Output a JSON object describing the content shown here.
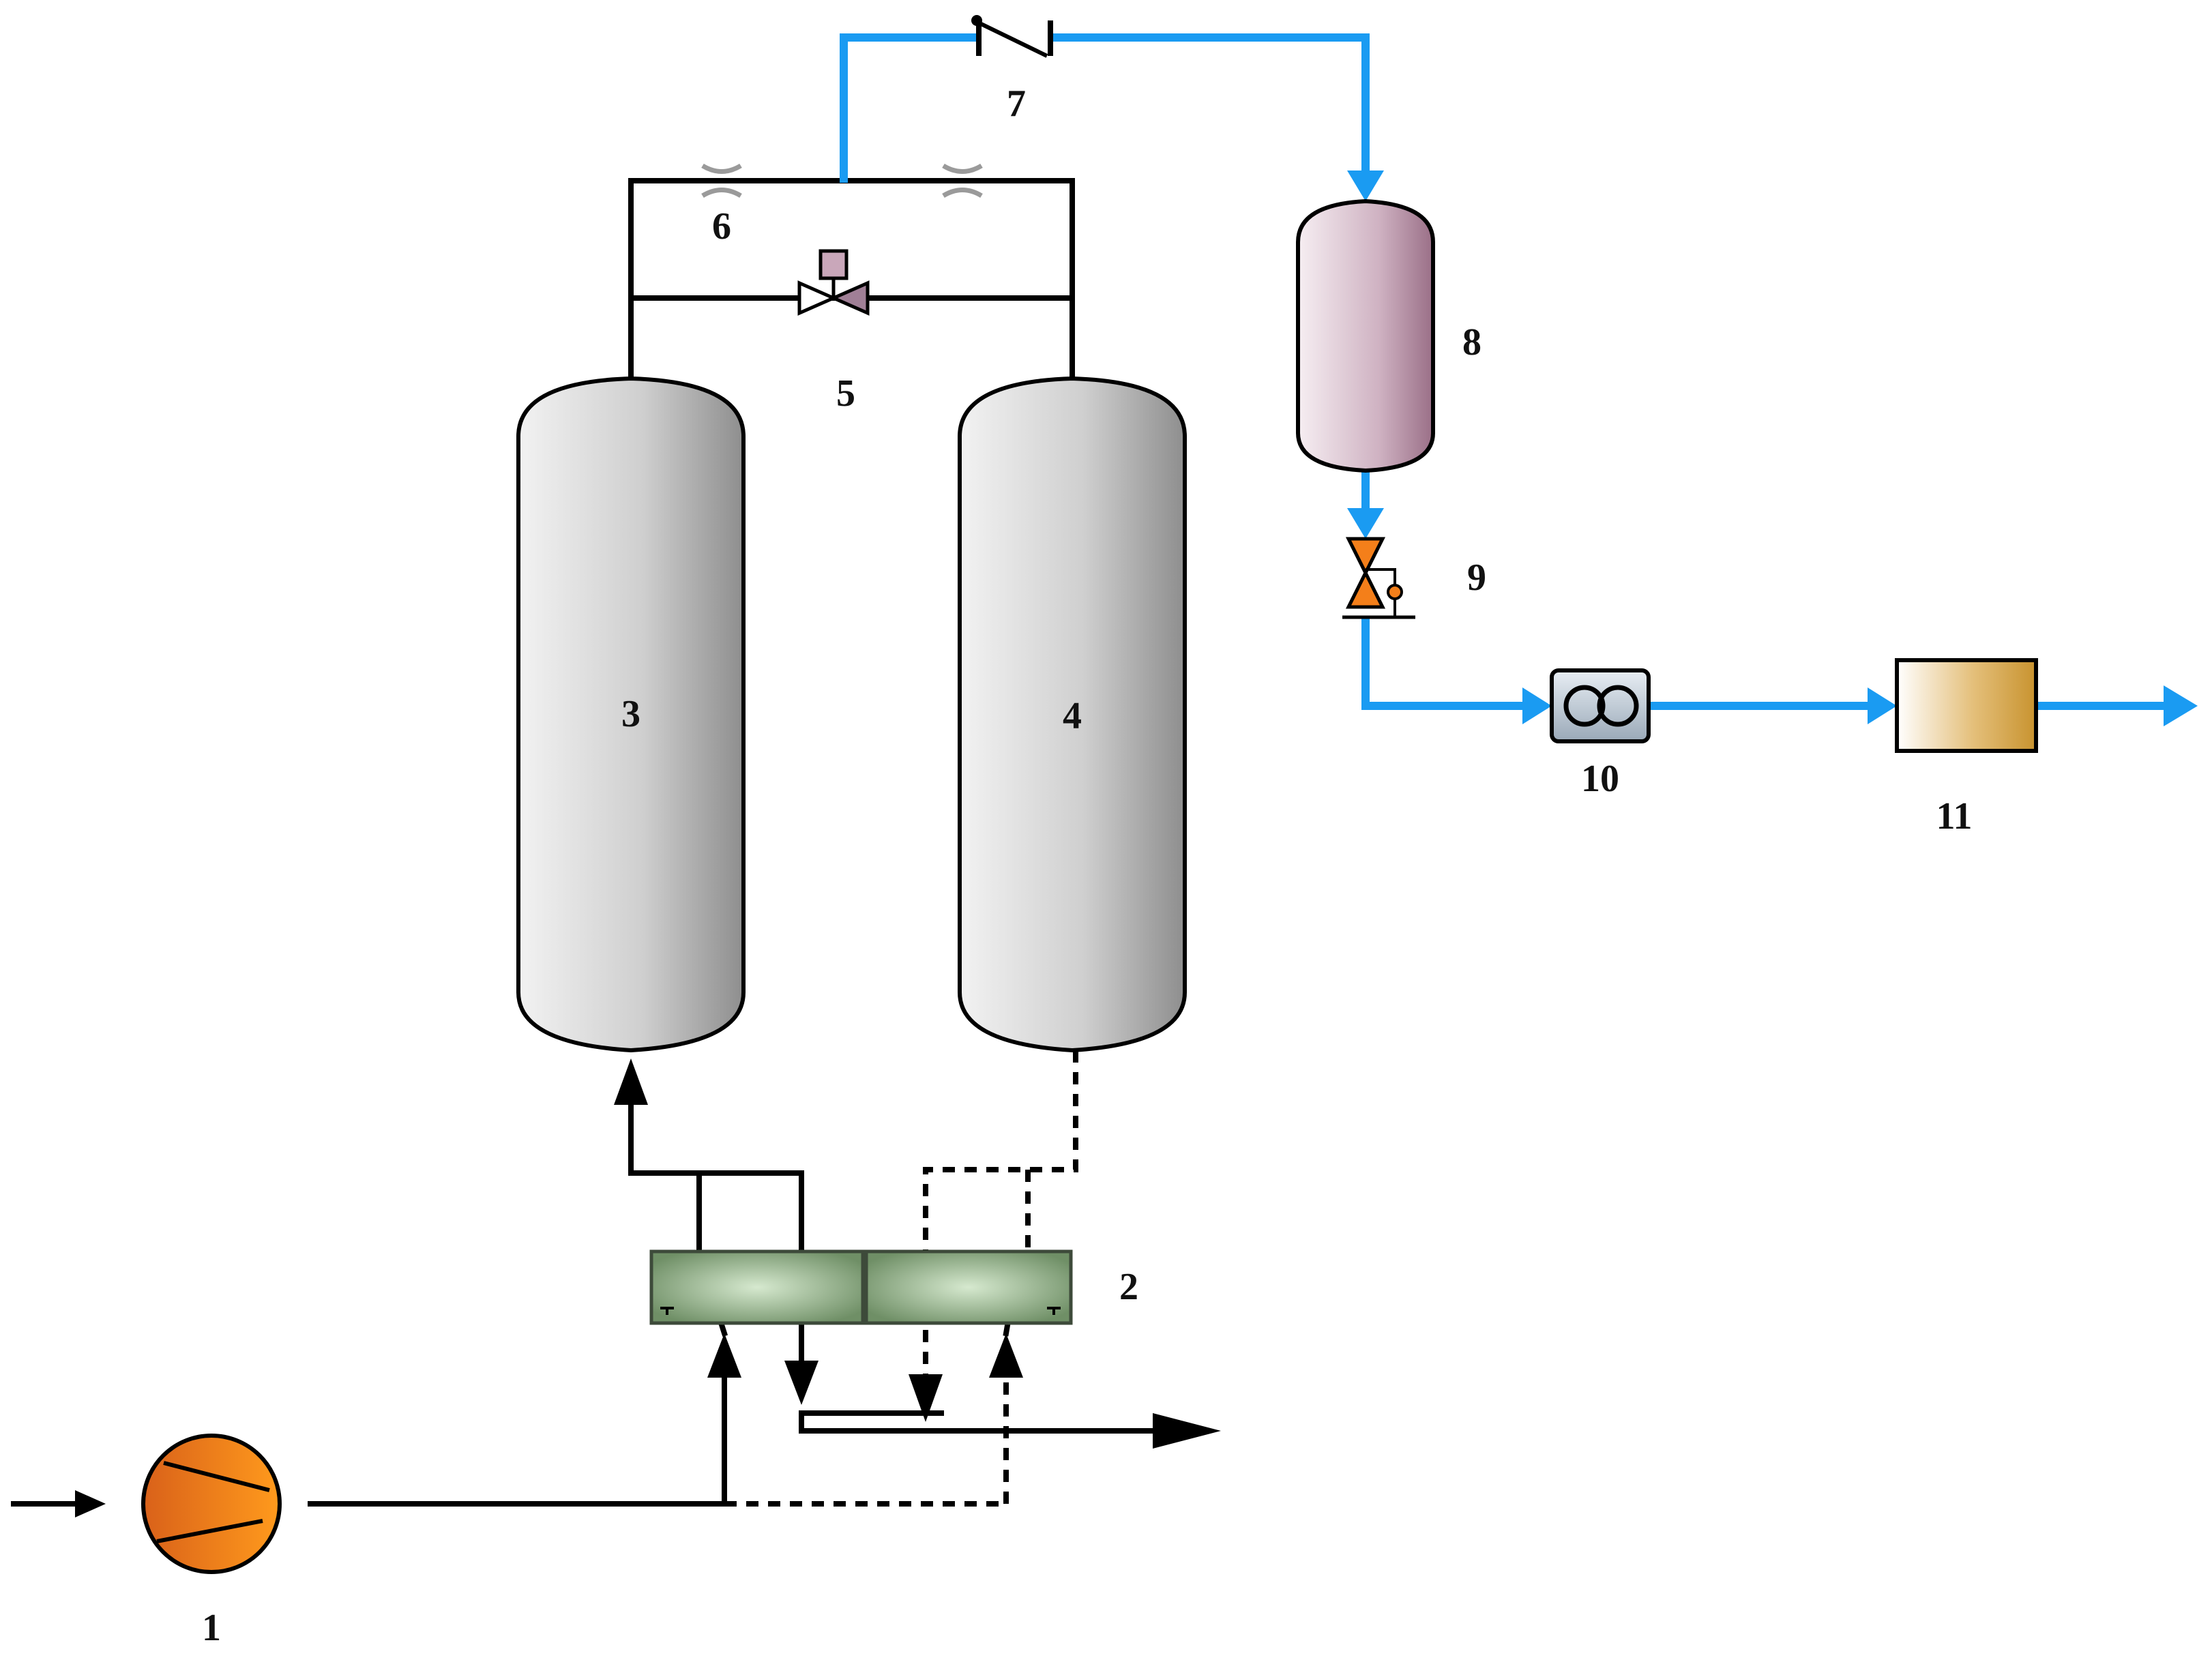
{
  "colors": {
    "product_line": "#1a9bf2",
    "process_line": "#000000",
    "compressor": "#f7861c",
    "vessel": "#b9b9b9",
    "buffer_tank": "#c9a7ba",
    "valve_block": "#a8c8a0",
    "pressure_regulator": "#f47f1a",
    "analyzer": "#d19a3a"
  },
  "components": {
    "c1": {
      "number": "1",
      "icon": "compressor-icon"
    },
    "c2": {
      "number": "2",
      "icon": "switching-valve-block-icon"
    },
    "c3": {
      "number": "3",
      "icon": "adsorption-tower-icon"
    },
    "c4": {
      "number": "4",
      "icon": "adsorption-tower-icon"
    },
    "c5": {
      "number": "5",
      "icon": "solenoid-valve-icon"
    },
    "c6": {
      "number": "6",
      "icon": "orifice-icon"
    },
    "c7": {
      "number": "7",
      "icon": "check-valve-icon"
    },
    "c8": {
      "number": "8",
      "icon": "buffer-tank-icon"
    },
    "c9": {
      "number": "9",
      "icon": "pressure-regulator-icon"
    },
    "c10": {
      "number": "10",
      "icon": "flow-meter-icon"
    },
    "c11": {
      "number": "11",
      "icon": "analyzer-icon"
    }
  }
}
